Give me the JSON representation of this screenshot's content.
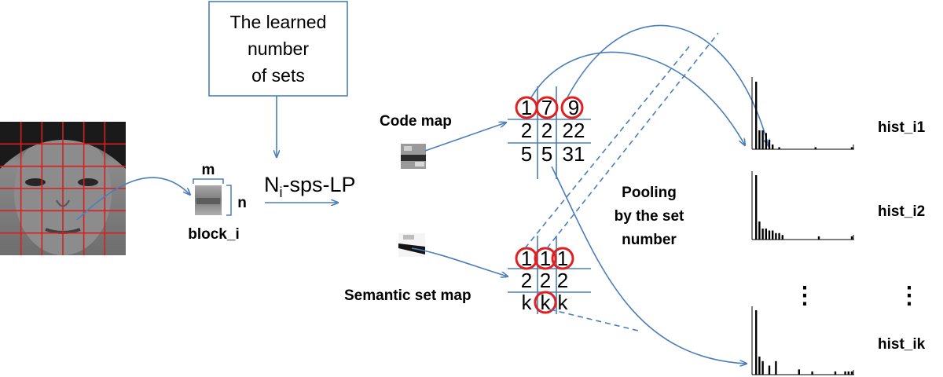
{
  "learned_box": {
    "lines": [
      "The learned",
      "number",
      "of sets"
    ]
  },
  "block": {
    "m_label": "m",
    "n_label": "n",
    "name": "block_i"
  },
  "method": {
    "prefix": "N",
    "subscript": "i",
    "suffix": "-sps-LP"
  },
  "code_map": {
    "label": "Code map",
    "rows": [
      [
        "1",
        "7",
        "9"
      ],
      [
        "2",
        "2",
        "22"
      ],
      [
        "5",
        "5",
        "31"
      ]
    ]
  },
  "semantic_map": {
    "label": "Semantic set map",
    "rows": [
      [
        "1",
        "1",
        "1"
      ],
      [
        "2",
        "2",
        "2"
      ],
      [
        "k",
        "k",
        "k"
      ]
    ]
  },
  "pooling": {
    "lines": [
      "Pooling",
      "by the set",
      "number"
    ]
  },
  "histograms": [
    {
      "label": "hist_i1",
      "bars": [
        1.0,
        0.28,
        0.28,
        0.24,
        0.14,
        0.07,
        0.0,
        0.03,
        0.0,
        0.0,
        0.0,
        0.0,
        0.0,
        0.0,
        0.0,
        0.0,
        0.0,
        0.0,
        0.03,
        0.0,
        0.0,
        0.0,
        0.0,
        0.0,
        0.0,
        0.0,
        0.0,
        0.0,
        0.0,
        0.03
      ]
    },
    {
      "label": "hist_i2",
      "bars": [
        1.0,
        0.28,
        0.17,
        0.17,
        0.14,
        0.14,
        0.1,
        0.1,
        0.07,
        0.0,
        0.0,
        0.0,
        0.0,
        0.0,
        0.0,
        0.0,
        0.0,
        0.0,
        0.0,
        0.05,
        0.0,
        0.0,
        0.0,
        0.0,
        0.0,
        0.0,
        0.0,
        0.0,
        0.0,
        0.05
      ]
    },
    {
      "label": "hist_ik",
      "bars": [
        1.0,
        0.28,
        0.21,
        0.0,
        0.14,
        0.0,
        0.21,
        0.0,
        0.0,
        0.0,
        0.0,
        0.0,
        0.0,
        0.08,
        0.0,
        0.0,
        0.0,
        0.05,
        0.0,
        0.0,
        0.0,
        0.0,
        0.0,
        0.0,
        0.05,
        0.0,
        0.0,
        0.05,
        0.05,
        0.05
      ]
    }
  ],
  "ellipsis": "⋮",
  "colors": {
    "arrow": "#4a7ebb",
    "grid": "#4a7ebb",
    "circle": "#e02020",
    "face_grid": "#d42020",
    "bars": "#000000"
  }
}
